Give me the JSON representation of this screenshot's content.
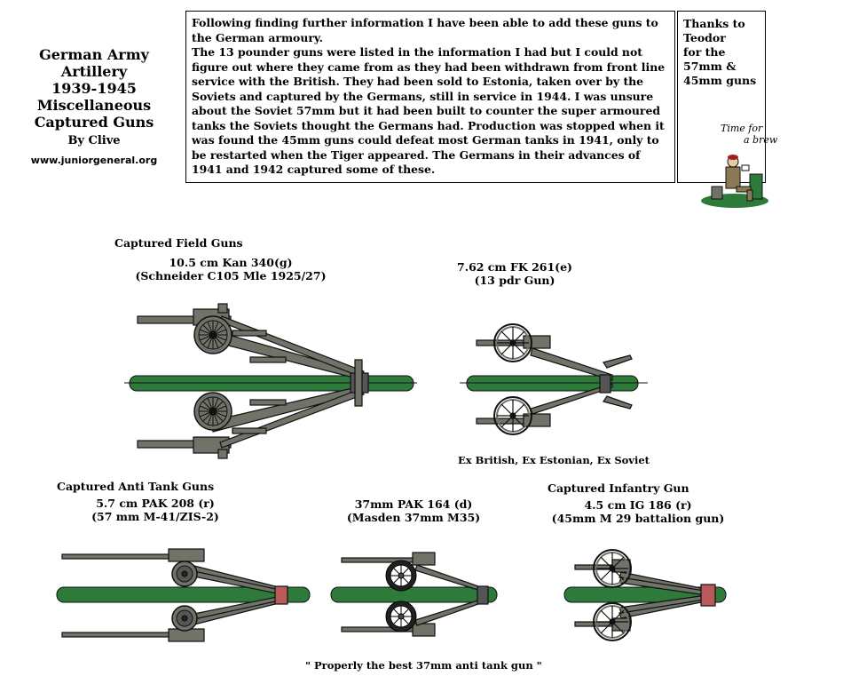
{
  "header": {
    "title_line1": "German Army Artillery",
    "title_line2": "1939-1945",
    "title_line3": "Miscellaneous",
    "title_line4": "Captured Guns",
    "author": "By Clive",
    "site": "www.juniorgeneral.org"
  },
  "info": {
    "para1": "Following finding further information I have been able to add these guns to the German armoury.",
    "para2": "The 13 pounder guns were listed in the information I had but I could not figure out where they came from as they had been withdrawn from front line service with the British. They had been sold to Estonia, taken over by the Soviets and captured by the Germans, still in service in 1944. I was unsure about the Soviet 57mm but it had been built to counter the super armoured tanks the Soviets thought the Germans had. Production was stopped when it was found the 45mm guns could defeat most German tanks in 1941, only to be restarted when the Tiger appeared. The Germans in their advances of 1941 and 1942 captured some of these."
  },
  "thanks": {
    "line1": "Thanks to",
    "line2": "Teodor",
    "line3": "for the",
    "line4": "57mm &",
    "line5": "45mm guns"
  },
  "brew": {
    "line1": "Time for",
    "line2": "a brew"
  },
  "sections": {
    "field_guns": "Captured Field Guns",
    "anti_tank": "Captured Anti Tank Guns",
    "infantry": "Captured Infantry Gun"
  },
  "guns": {
    "kan340": {
      "name": "10.5 cm Kan 340(g)",
      "sub": "(Schneider C105 Mle 1925/27)"
    },
    "fk261": {
      "name": "7.62 cm FK 261(e)",
      "sub": "(13 pdr Gun)",
      "note": "Ex British, Ex Estonian, Ex Soviet"
    },
    "pak208": {
      "name": "5.7 cm PAK 208 (r)",
      "sub": "(57 mm M-41/ZIS-2)"
    },
    "pak164": {
      "name": "37mm PAK 164 (d)",
      "sub": "(Masden 37mm M35)",
      "note": "\" Properly the best 37mm anti tank gun \""
    },
    "ig186": {
      "name": "4.5 cm IG 186 (r)",
      "sub": "(45mm M 29 battalion gun)"
    }
  },
  "colors": {
    "base_green": "#2d7a3a",
    "gun_grey": "#6f7368",
    "outline": "#111111"
  }
}
